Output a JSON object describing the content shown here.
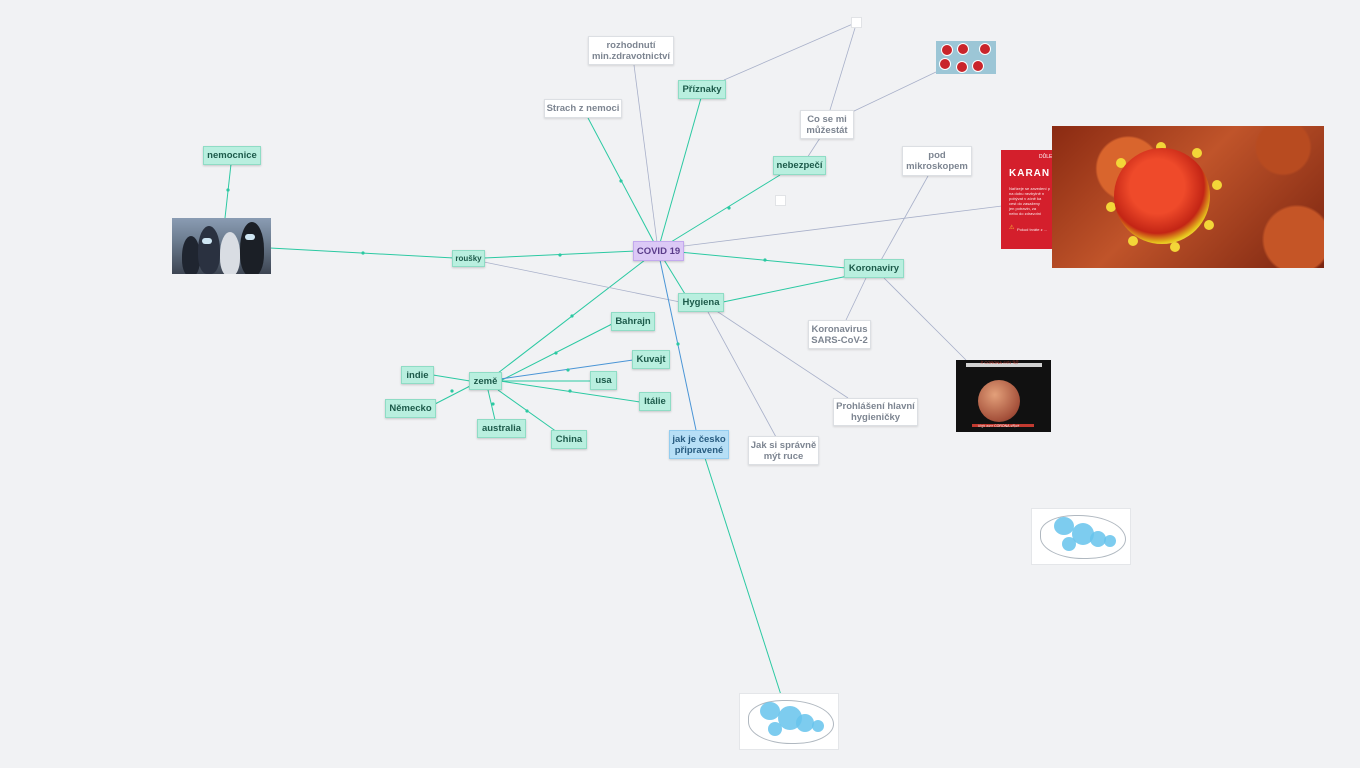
{
  "map": {
    "root": "COVID 19",
    "nodes": {
      "rozhodnuti": "rozhodnutí min.zdravotnictví",
      "strach": "Strach z nemoci",
      "priznaky": "Příznaky",
      "cosemi": "Co se mi můžestát",
      "nebezpeci": "nebezpečí",
      "mikroskop": "pod mikroskopem",
      "nemocnice": "nemocnice",
      "rousky": "roušky",
      "koronaviry": "Koronaviry",
      "hygiena": "Hygiena",
      "sarscov2": "Koronavirus SARS-CoV-2",
      "prohlaseni": "Prohlášení hlavní hygieničky",
      "mytruce": "Jak si správně mýt ruce",
      "zeme": "země",
      "bahrajn": "Bahrajn",
      "kuvajt": "Kuvajt",
      "usa": "usa",
      "italie": "Itálie",
      "indie": "indie",
      "nemecko": "Německo",
      "australia": "australia",
      "china": "China",
      "cesko": "jak je česko připravené"
    },
    "images": {
      "sign_title": "KARAN",
      "sign_header": "DŮLEŽ",
      "sign_lines": [
        "Nařízeje se zavedení p",
        "na dobu nezbytně n",
        "pobývat v zóně ka",
        "cest do zasaženy",
        "jen potravin, za",
        "nebo do zdravotní"
      ],
      "sign_footer": "Pokud trváte z ...",
      "video_top": "ঐ CORONA এবার ছিট",
      "video_bottom": "মানুষ করুন CORONA বাইরস"
    },
    "colors": {
      "teal_link": "#2bc9a2",
      "gray_link": "#a8b0c9",
      "blue_link": "#4a95d6",
      "teal_node": "#b9efdf",
      "root_node": "#dcc9f6",
      "blue_node": "#b7dff6"
    }
  }
}
